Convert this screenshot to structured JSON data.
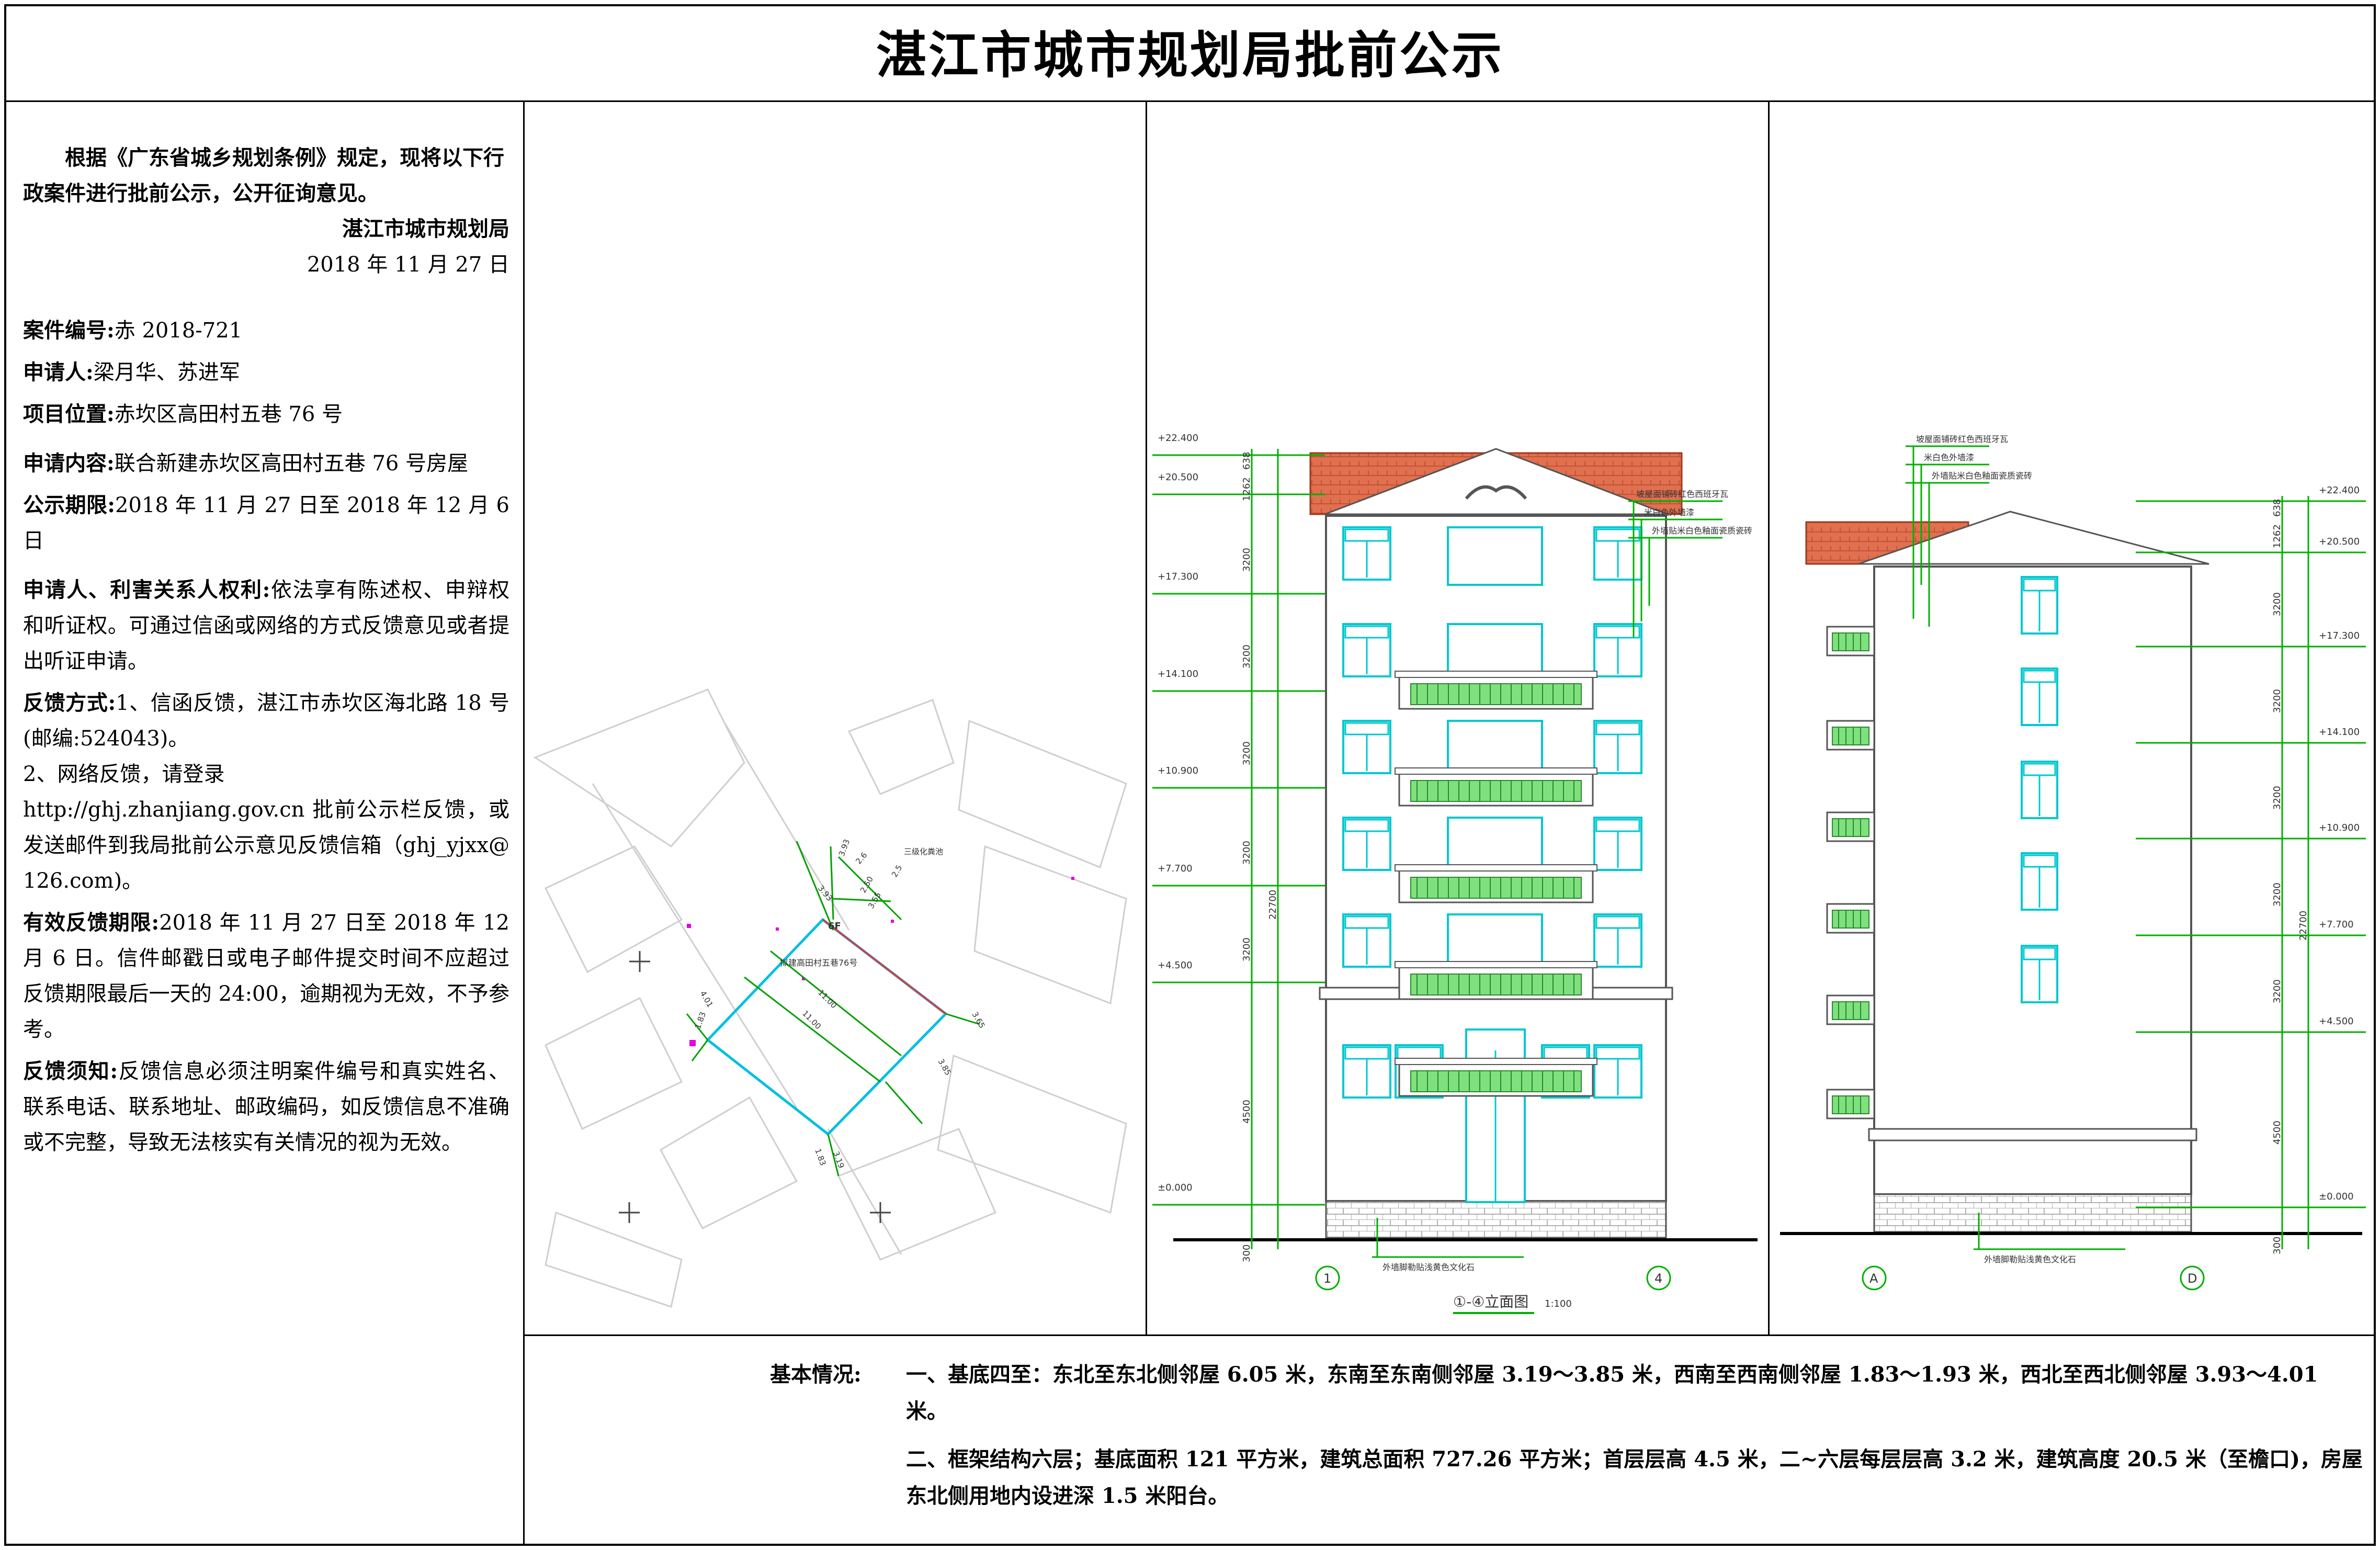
{
  "title": "湛江市城市规划局批前公示",
  "notice": {
    "intro": "根据《广东省城乡规划条例》规定，现将以下行政案件进行批前公示，公开征询意见。",
    "signature": "湛江市城市规划局",
    "date": "2018 年 11 月 27 日"
  },
  "case": {
    "number_label": "案件编号:",
    "number_value": "赤 2018-721",
    "applicant_label": "申请人:",
    "applicant_value": "梁月华、苏进军",
    "location_label": "项目位置:",
    "location_value": "赤坎区高田村五巷 76 号",
    "content_label": "申请内容:",
    "content_value": "联合新建赤坎区高田村五巷 76 号房屋",
    "period_label": "公示期限:",
    "period_value": "2018 年 11 月 27 日至 2018 年 12 月 6 日",
    "rights_label": "申请人、利害关系人权利:",
    "rights_value": "依法享有陈述权、申辩权和听证权。可通过信函或网络的方式反馈意见或者提出听证申请。",
    "feedback_label": "反馈方式:",
    "feedback_value1": "1、信函反馈，湛江市赤坎区海北路 18 号(邮编:524043)。",
    "feedback_value2": "2、网络反馈，请登录",
    "feedback_value3": "http://ghj.zhanjiang.gov.cn 批前公示栏反馈，或发送邮件到我局批前公示意见反馈信箱（ghj_yjxx@126.com)。",
    "deadline_label": "有效反馈期限:",
    "deadline_value": "2018 年 11 月 27 日至 2018 年 12 月 6 日。信件邮戳日或电子邮件提交时间不应超过反馈期限最后一天的 24:00，逾期视为无效，不予参考。",
    "notes_label": "反馈须知:",
    "notes_value": "反馈信息必须注明案件编号和真实姓名、联系电话、联系地址、邮政编码，如反馈信息不准确或不完整，导致无法核实有关情况的视为无效。"
  },
  "site_plan": {
    "label_pool": "三级化粪池",
    "label_building": "拟建高田村五巷76号",
    "label_floors": "6F",
    "dims": [
      "3.93",
      "2.6",
      "3.93",
      "2.50",
      "3.55",
      "2.5",
      "4.01",
      "1.83",
      "11.00",
      "11.00",
      "3.65",
      "3.85",
      "1.83",
      "3.19"
    ]
  },
  "front_elevation": {
    "levels": [
      "+22.400",
      "+20.500",
      "+17.300",
      "+14.100",
      "+10.900",
      "+7.700",
      "+4.500",
      "±0.000"
    ],
    "dims": [
      "638",
      "1262",
      "3200",
      "3200",
      "3200",
      "3200",
      "3200",
      "4500",
      "300",
      "22700"
    ],
    "notes": [
      "坡屋面铺砖红色西班牙瓦",
      "米白色外墙漆",
      "外墙贴米白色釉面瓷质瓷砖"
    ],
    "base_note": "外墙脚勒贴浅黄色文化石",
    "axis_left": "1",
    "axis_right": "4",
    "caption": "①-④立面图",
    "scale": "1:100"
  },
  "side_elevation": {
    "levels": [
      "+22.400",
      "+20.500",
      "+17.300",
      "+14.100",
      "+10.900",
      "+7.700",
      "+4.500",
      "±0.000"
    ],
    "dims": [
      "638",
      "1262",
      "3200",
      "3200",
      "3200",
      "3200",
      "3200",
      "4500",
      "300",
      "22700"
    ],
    "notes": [
      "坡屋面铺砖红色西班牙瓦",
      "米白色外墙漆",
      "外墙贴米白色釉面瓷质瓷砖"
    ],
    "base_note": "外墙脚勒贴浅黄色文化石",
    "axis_left": "A",
    "axis_right": "D"
  },
  "basic": {
    "label": "基本情况:",
    "line1": "一、基底四至：东北至东北侧邻屋 6.05 米，东南至东南侧邻屋 3.19～3.85 米，西南至西南侧邻屋 1.83～1.93 米，西北至西北侧邻屋 3.93～4.01 米。",
    "line2": "二、框架结构六层；基底面积 121 平方米，建筑总面积 727.26 平方米；首层层高 4.5 米，二~六层每层层高 3.2 米，建筑高度 20.5 米（至檐口)，房屋东北侧用地内设进深 1.5 米阳台。"
  },
  "colors": {
    "roof": "#e0704f",
    "window": "#00c8d0",
    "dim_line": "#00b000",
    "dim_text": "#333333",
    "accent_line": "#ff2a2a"
  }
}
